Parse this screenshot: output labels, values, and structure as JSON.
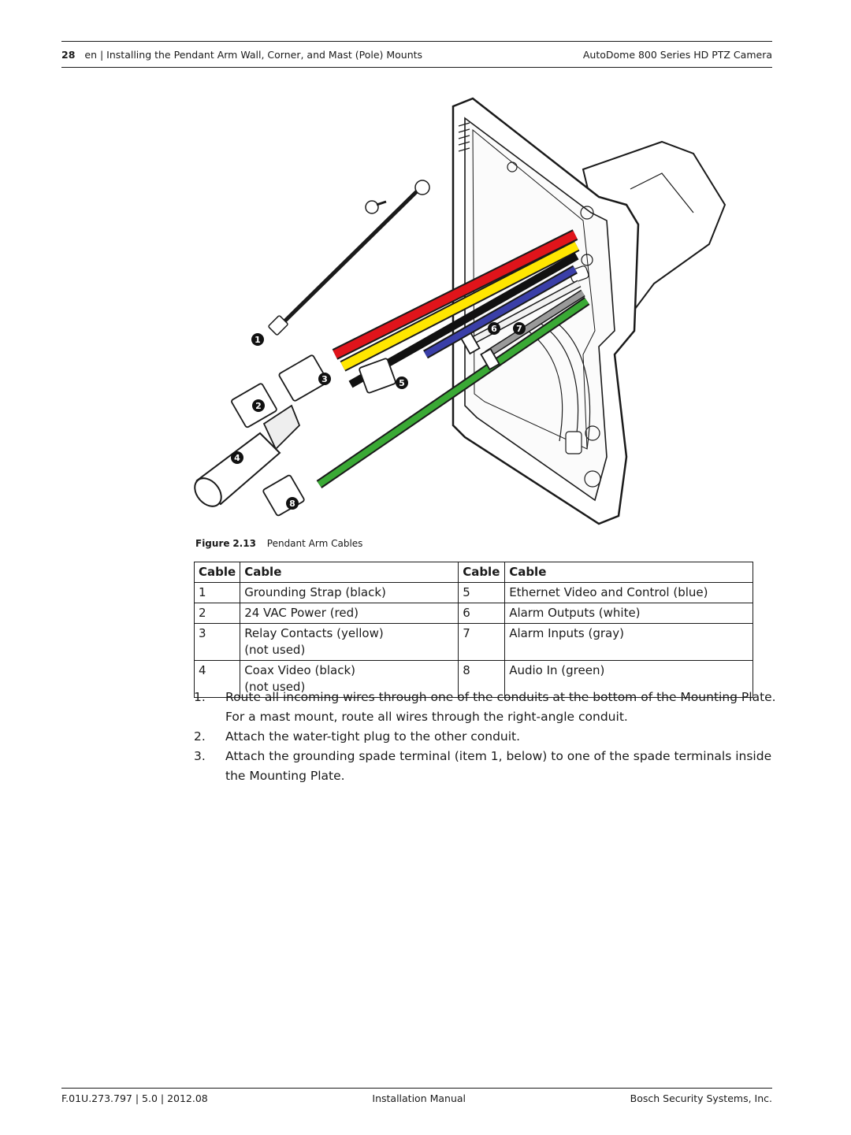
{
  "header": {
    "page_number": "28",
    "section": "en | Installing the Pendant Arm Wall, Corner, and Mast (Pole) Mounts",
    "product": "AutoDome 800 Series HD PTZ Camera"
  },
  "figure": {
    "label": "Figure",
    "number": "2.13",
    "caption": "Pendant Arm Cables",
    "callouts": [
      "1",
      "2",
      "3",
      "4",
      "5",
      "6",
      "7",
      "8"
    ],
    "wire_colors": {
      "grounding": "#111111",
      "power": "#e0141b",
      "relay": "#ffe600",
      "coax": "#111111",
      "ethernet": "#3a3fa8",
      "alarm_out": "#f2f2f2",
      "alarm_in": "#9a9a9a",
      "audio": "#3aa935"
    }
  },
  "table": {
    "headers": [
      "Cable",
      "Cable",
      "Cable",
      "Cable"
    ],
    "rows": [
      {
        "n1": "1",
        "c1": "Grounding Strap (black)",
        "n2": "5",
        "c2": "Ethernet Video and Control (blue)"
      },
      {
        "n1": "2",
        "c1": "24 VAC Power (red)",
        "n2": "6",
        "c2": "Alarm Outputs (white)"
      },
      {
        "n1": "3",
        "c1": "Relay Contacts (yellow)",
        "c1b": "(not used)",
        "n2": "7",
        "c2": "Alarm Inputs (gray)"
      },
      {
        "n1": "4",
        "c1": "Coax Video (black)",
        "c1b": "(not used)",
        "n2": "8",
        "c2": "Audio In (green)"
      }
    ]
  },
  "steps": [
    {
      "n": "1.",
      "text": "Route all incoming wires through one of the conduits at the bottom of the Mounting Plate. For a mast mount, route all wires through the right-angle conduit."
    },
    {
      "n": "2.",
      "text": "Attach the water-tight plug to the other conduit."
    },
    {
      "n": "3.",
      "text": "Attach the grounding spade terminal (item 1, below) to one of the spade terminals inside the Mounting Plate."
    }
  ],
  "footer": {
    "doc_id": "F.01U.273.797 | 5.0 | 2012.08",
    "doc_type": "Installation Manual",
    "company": "Bosch Security Systems, Inc."
  }
}
